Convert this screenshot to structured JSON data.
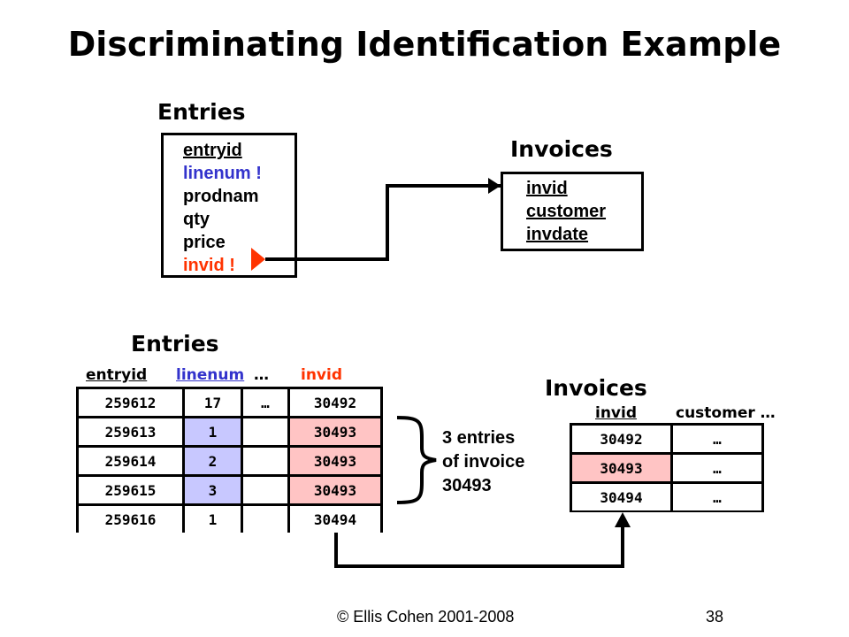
{
  "title": "Discriminating Identification Example",
  "top": {
    "entries": {
      "label": "Entries",
      "attrs": [
        {
          "text": "entryid",
          "color": "#000000",
          "underline": true
        },
        {
          "text": "linenum !",
          "color": "#3333cc",
          "underline": false
        },
        {
          "text": "prodnam",
          "color": "#000000",
          "underline": false
        },
        {
          "text": "qty",
          "color": "#000000",
          "underline": false
        },
        {
          "text": "price",
          "color": "#000000",
          "underline": false
        },
        {
          "text": "invid !",
          "color": "#ff3300",
          "underline": false
        }
      ]
    },
    "invoices": {
      "label": "Invoices",
      "attrs": [
        {
          "text": "invid",
          "color": "#000000",
          "underline": true
        },
        {
          "text": "customer",
          "color": "#000000",
          "underline": true
        },
        {
          "text": "invdate",
          "color": "#000000",
          "underline": true
        }
      ]
    }
  },
  "bottom": {
    "entries": {
      "label": "Entries",
      "headers": {
        "entryid": "entryid",
        "linenum": "linenum",
        "dots": "…",
        "invid": "invid"
      },
      "rows": [
        {
          "entryid": "259612",
          "linenum": "17",
          "dots": "…",
          "invid": "30492",
          "highlight": false
        },
        {
          "entryid": "259613",
          "linenum": "1",
          "dots": "",
          "invid": "30493",
          "highlight": true
        },
        {
          "entryid": "259614",
          "linenum": "2",
          "dots": "",
          "invid": "30493",
          "highlight": true
        },
        {
          "entryid": "259615",
          "linenum": "3",
          "dots": "",
          "invid": "30493",
          "highlight": true
        },
        {
          "entryid": "259616",
          "linenum": "1",
          "dots": "",
          "invid": "30494",
          "highlight": false
        }
      ]
    },
    "brace_note": [
      "3 entries",
      "of invoice",
      "30493"
    ],
    "invoices": {
      "label": "Invoices",
      "headers": {
        "invid": "invid",
        "customer": "customer …"
      },
      "rows": [
        {
          "invid": "30492",
          "customer": "…",
          "highlight": false
        },
        {
          "invid": "30493",
          "customer": "…",
          "highlight": true
        },
        {
          "invid": "30494",
          "customer": "…",
          "highlight": false
        }
      ]
    }
  },
  "footer": {
    "copyright": "© Ellis Cohen 2001-2008",
    "page": "38"
  },
  "colors": {
    "linenum": "#3333cc",
    "invid": "#ff3300",
    "linenum_highlight": "#c8c8ff",
    "invid_highlight": "#ffc4c4",
    "arrowhead": "#ff3300"
  }
}
